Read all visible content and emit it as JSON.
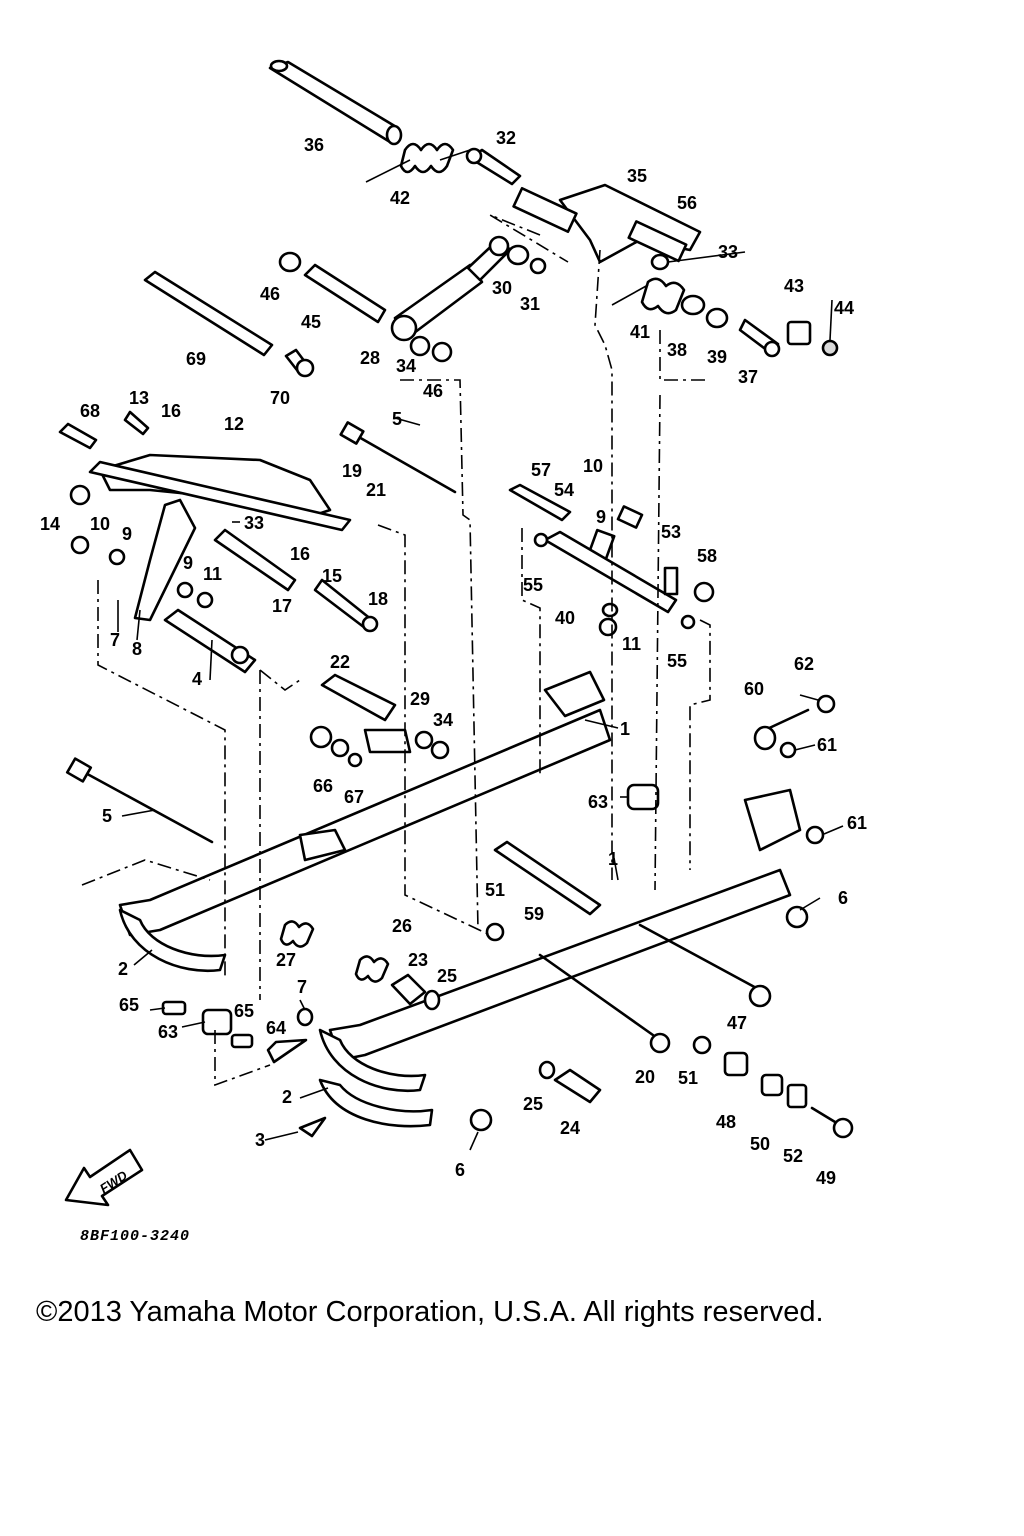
{
  "diagram_code": "8BF100-3240",
  "copyright": "©2013 Yamaha Motor Corporation, U.S.A. All rights reserved.",
  "fwd_label": "FWD",
  "callouts": [
    "1",
    "1",
    "2",
    "2",
    "3",
    "4",
    "5",
    "5",
    "6",
    "6",
    "7",
    "7",
    "8",
    "9",
    "9",
    "9",
    "10",
    "10",
    "11",
    "11",
    "12",
    "13",
    "14",
    "15",
    "16",
    "16",
    "17",
    "18",
    "19",
    "20",
    "21",
    "22",
    "23",
    "24",
    "25",
    "25",
    "26",
    "27",
    "28",
    "29",
    "30",
    "31",
    "32",
    "33",
    "33",
    "34",
    "34",
    "35",
    "36",
    "37",
    "38",
    "39",
    "40",
    "41",
    "42",
    "43",
    "44",
    "45",
    "46",
    "46",
    "47",
    "48",
    "49",
    "50",
    "51",
    "51",
    "52",
    "53",
    "54",
    "55",
    "55",
    "56",
    "57",
    "58",
    "59",
    "60",
    "61",
    "61",
    "62",
    "63",
    "63",
    "64",
    "65",
    "65",
    "66",
    "67",
    "68",
    "69",
    "70"
  ]
}
